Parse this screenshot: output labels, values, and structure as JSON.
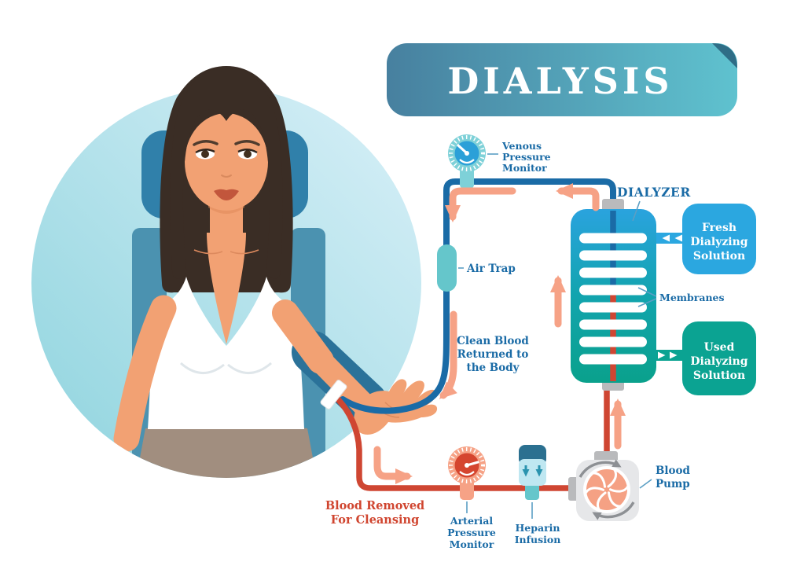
{
  "title": {
    "banner": "DIALYSIS"
  },
  "labels": {
    "venous_monitor": {
      "lines": [
        "Venous",
        "Pressure",
        "Monitor"
      ]
    },
    "air_trap": {
      "text": "Air Trap"
    },
    "dialyzer": {
      "text": "DIALYZER"
    },
    "membranes": {
      "text": "Membranes"
    },
    "clean_blood": {
      "lines": [
        "Clean Blood",
        "Returned to",
        "the Body"
      ]
    },
    "blood_removed": {
      "lines": [
        "Blood Removed",
        "For Cleansing"
      ]
    },
    "arterial_monitor": {
      "lines": [
        "Arterial",
        "Pressure",
        "Monitor"
      ]
    },
    "heparin": {
      "lines": [
        "Heparin",
        "Infusion"
      ]
    },
    "blood_pump": {
      "lines": [
        "Blood",
        "Pump"
      ]
    }
  },
  "boxes": {
    "fresh_solution": {
      "lines": [
        "Fresh",
        "Dialyzing",
        "Solution"
      ],
      "color": "#2ba7e0"
    },
    "used_solution": {
      "lines": [
        "Used",
        "Dialyzing",
        "Solution"
      ],
      "color": "#0ba392"
    }
  },
  "colors": {
    "blood_tube_red": "#cf4632",
    "clean_tube_blue": "#1a6ba6",
    "flow_arrow_salmon": "#f6a286",
    "label_blue": "#1a6ba6",
    "label_red": "#d0452f",
    "dialyzer_top": "#2aa3de",
    "dialyzer_bottom": "#0aa18c",
    "fresh_box_blue": "#2ba7e0",
    "used_box_teal": "#0ba392",
    "banner_left": "#47809f",
    "banner_right": "#5fc2cf",
    "gauge_venous_ring": "#7ed1d8",
    "gauge_venous_face": "#2ba0d8",
    "gauge_arterial_ring": "#f6a286",
    "gauge_arterial_face": "#d5452f",
    "air_trap_teal": "#65c6cb",
    "pump_body_gray": "#e6e7e9"
  }
}
